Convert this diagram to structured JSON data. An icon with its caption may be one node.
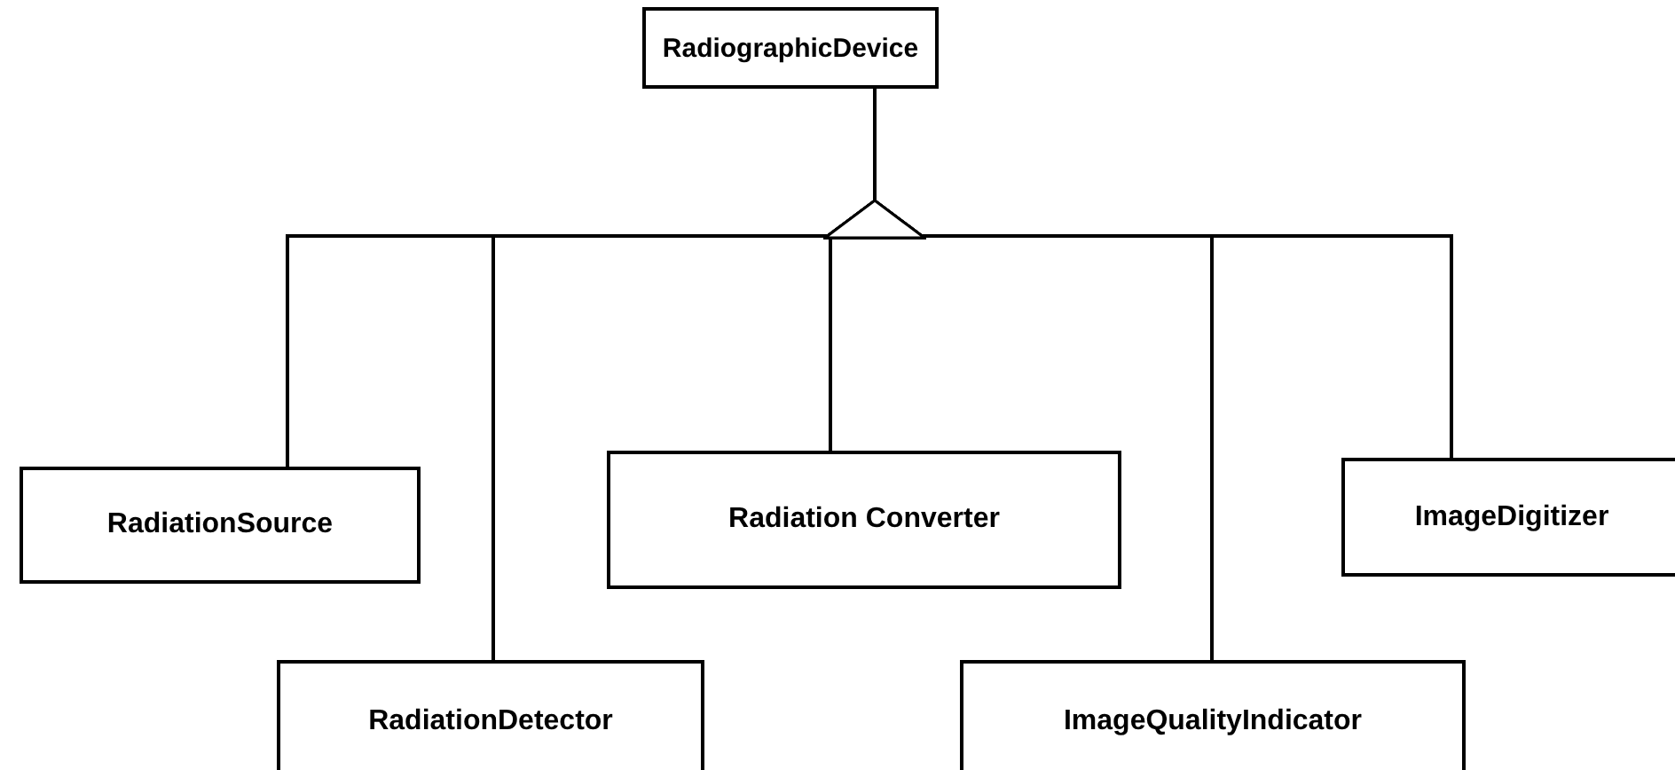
{
  "diagram": {
    "nodes": [
      {
        "text": [
          "RadiographicDevice"
        ]
      },
      {
        "text": [
          "RadiationSource"
        ]
      },
      {
        "text": [
          "Radiation Converter"
        ]
      },
      {
        "text": [
          "ImageDigitizer"
        ]
      },
      {
        "text": [
          "RadiationDetector"
        ]
      },
      {
        "text": [
          "ImageQualityIndicator"
        ]
      }
    ],
    "edges": [
      {
        "from": 1,
        "to": 0,
        "arrow": "to"
      },
      {
        "from": 4,
        "to": 0,
        "arrow": "to"
      },
      {
        "from": 2,
        "to": 0,
        "arrow": "to"
      },
      {
        "from": 5,
        "to": 0,
        "arrow": "to"
      },
      {
        "from": 3,
        "to": 0,
        "arrow": "to"
      }
    ]
  }
}
